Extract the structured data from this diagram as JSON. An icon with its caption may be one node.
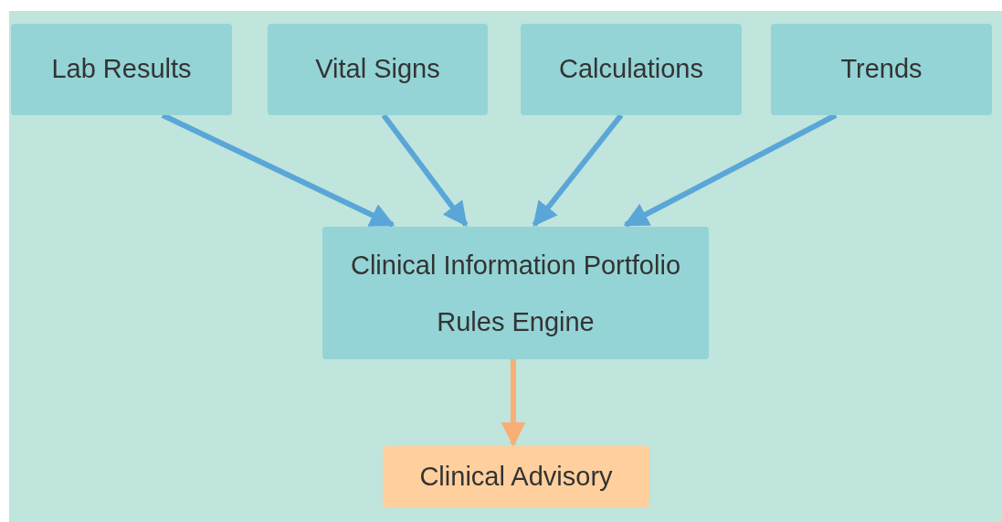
{
  "diagram": {
    "nodes": [
      {
        "text": [
          "Lab Results"
        ]
      },
      {
        "text": [
          "Vital Signs"
        ]
      },
      {
        "text": [
          "Calculations"
        ]
      },
      {
        "text": [
          "Trends"
        ]
      },
      {
        "text": [
          "Clinical Information Portfolio Rules Engine"
        ]
      },
      {
        "text": [
          "Clinical Advisory"
        ]
      }
    ],
    "edges": [
      {
        "from": 0,
        "to": 4,
        "arrow": "to"
      },
      {
        "from": 1,
        "to": 4,
        "arrow": "to"
      },
      {
        "from": 2,
        "to": 4,
        "arrow": "to"
      },
      {
        "from": 3,
        "to": 4,
        "arrow": "to"
      },
      {
        "from": 4,
        "to": 5,
        "arrow": "to",
        "color": "#f9ae75"
      }
    ]
  }
}
